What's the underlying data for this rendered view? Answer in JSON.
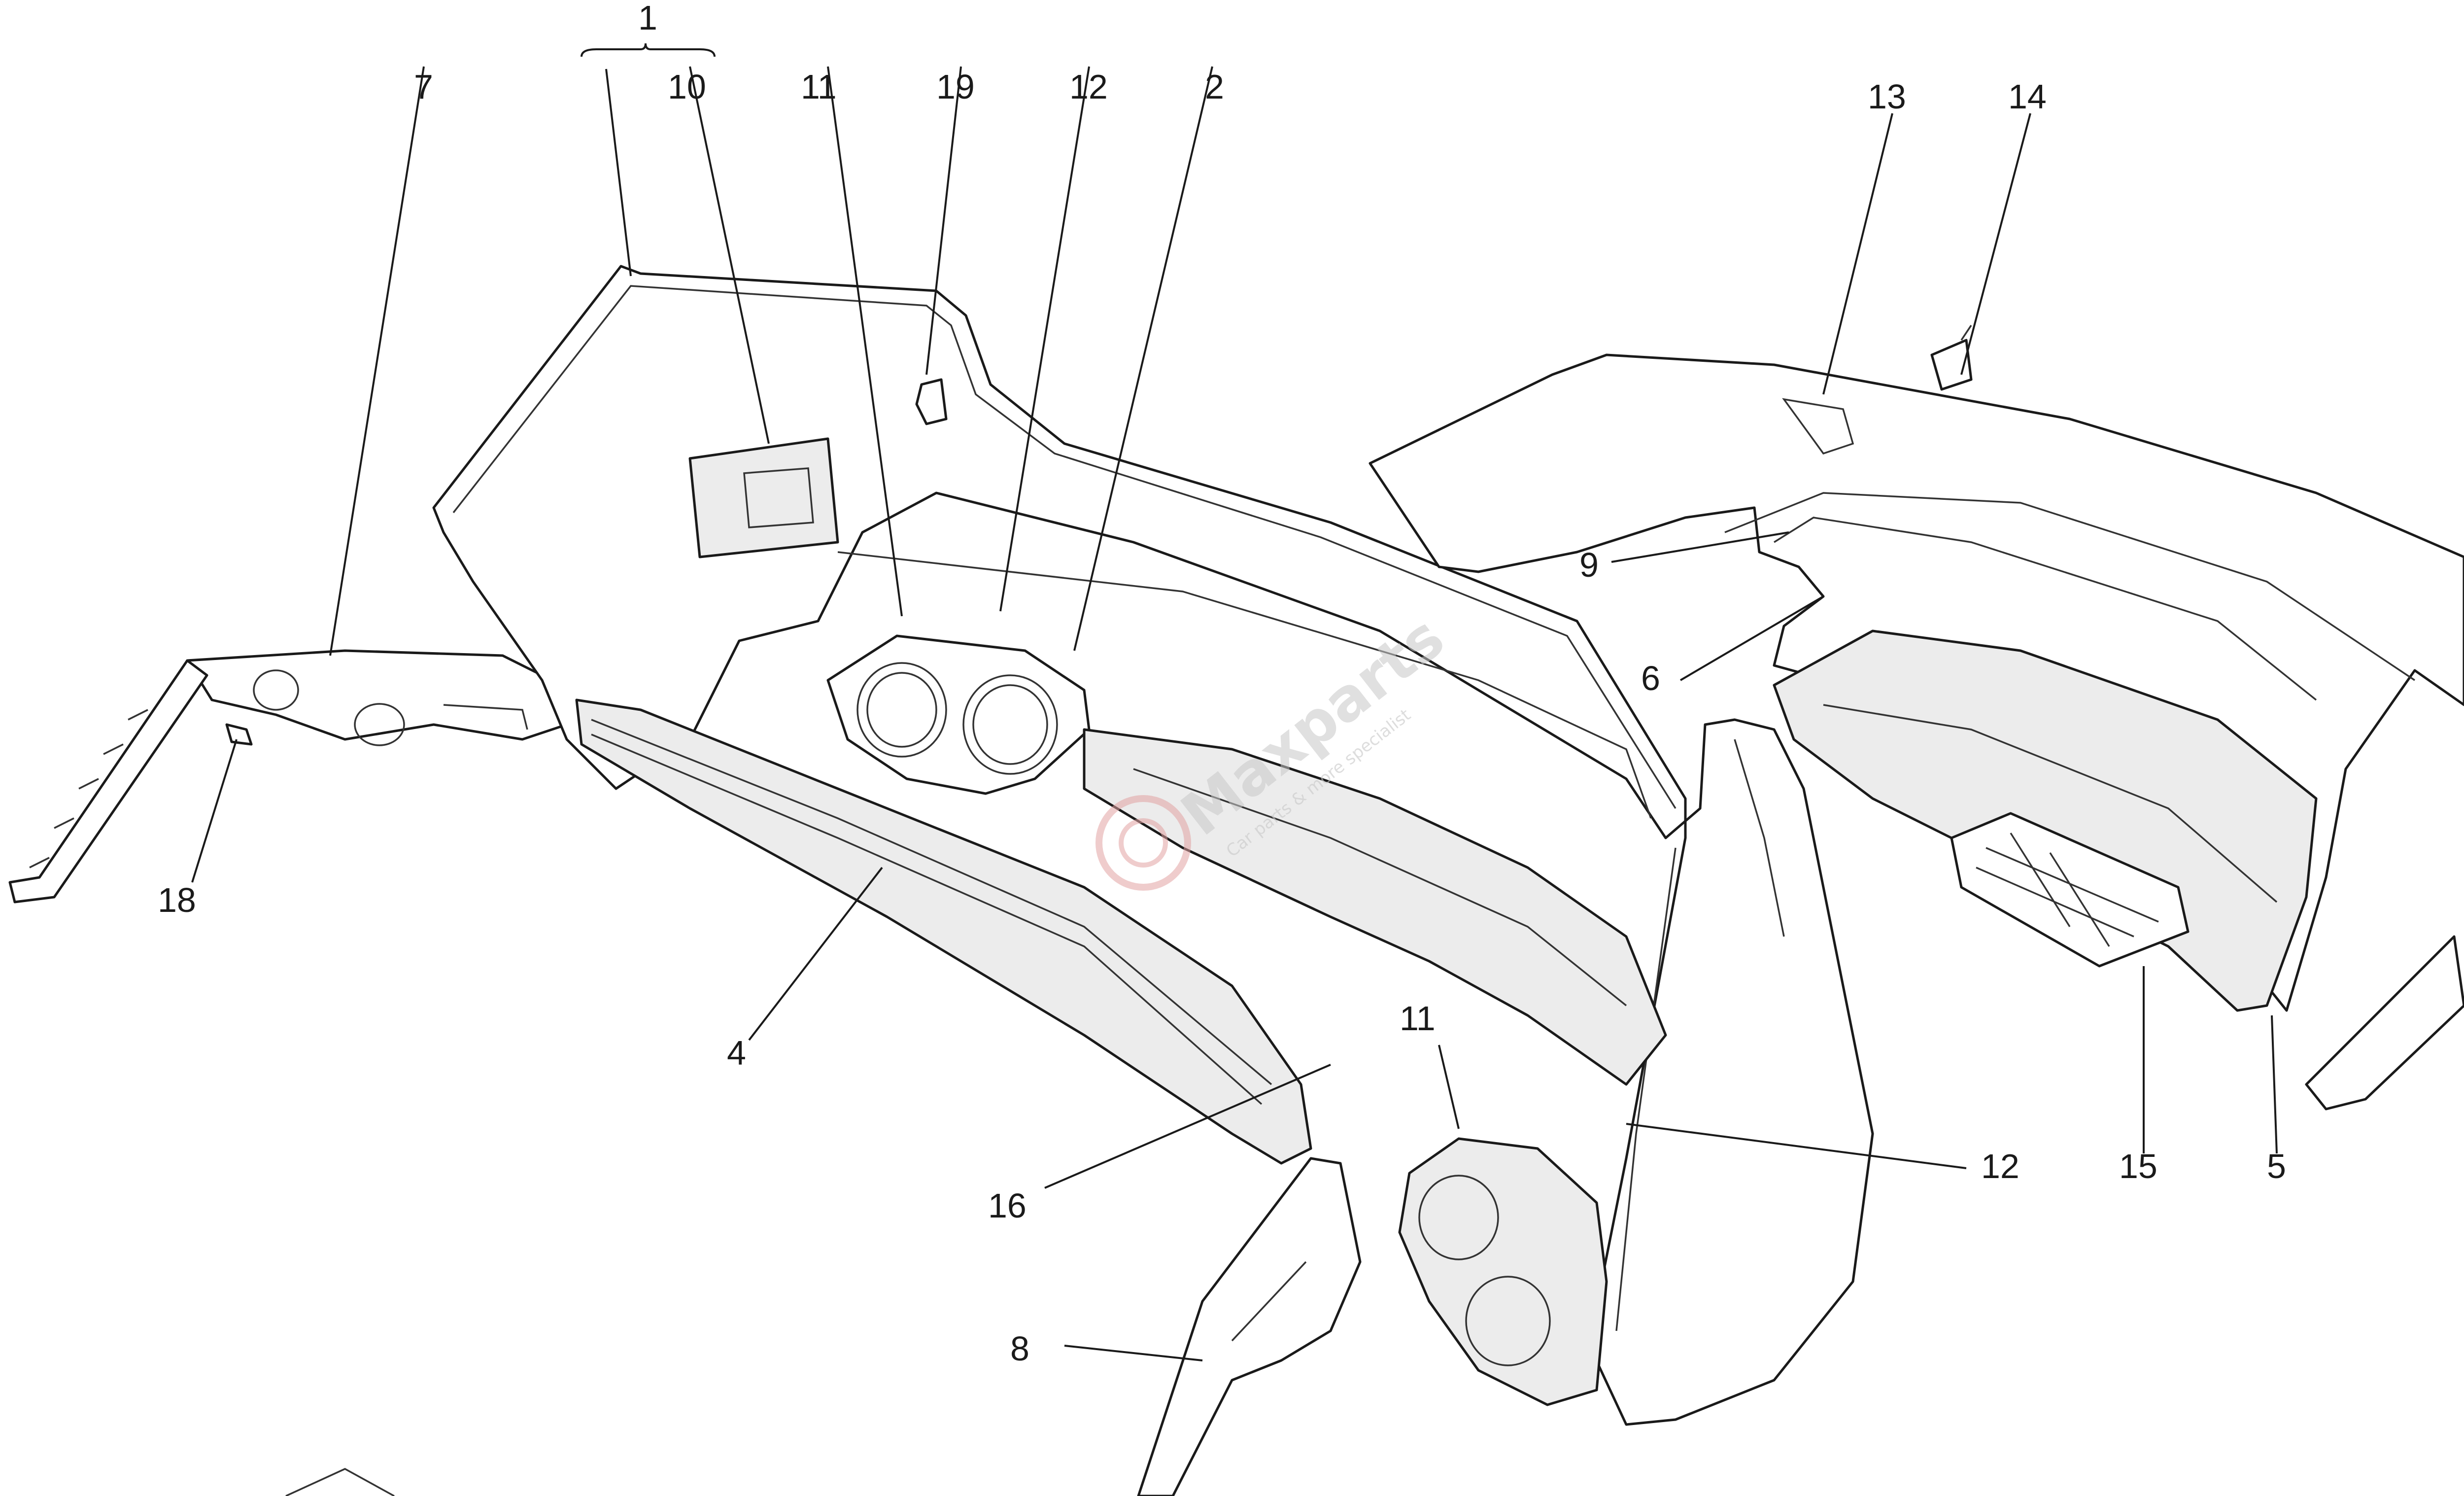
{
  "diagram": {
    "callouts": {
      "c1": "1",
      "c2": "2",
      "c4": "4",
      "c5": "5",
      "c6": "6",
      "c7": "7",
      "c8": "8",
      "c9": "9",
      "c10": "10",
      "c11a": "11",
      "c11b": "11",
      "c12a": "12",
      "c12b": "12",
      "c13": "13",
      "c14": "14",
      "c15": "15",
      "c16": "16",
      "c18": "18",
      "c19": "19"
    },
    "watermark": {
      "brand": "Maxparts",
      "tagline": "Car parts & more specialist"
    }
  }
}
